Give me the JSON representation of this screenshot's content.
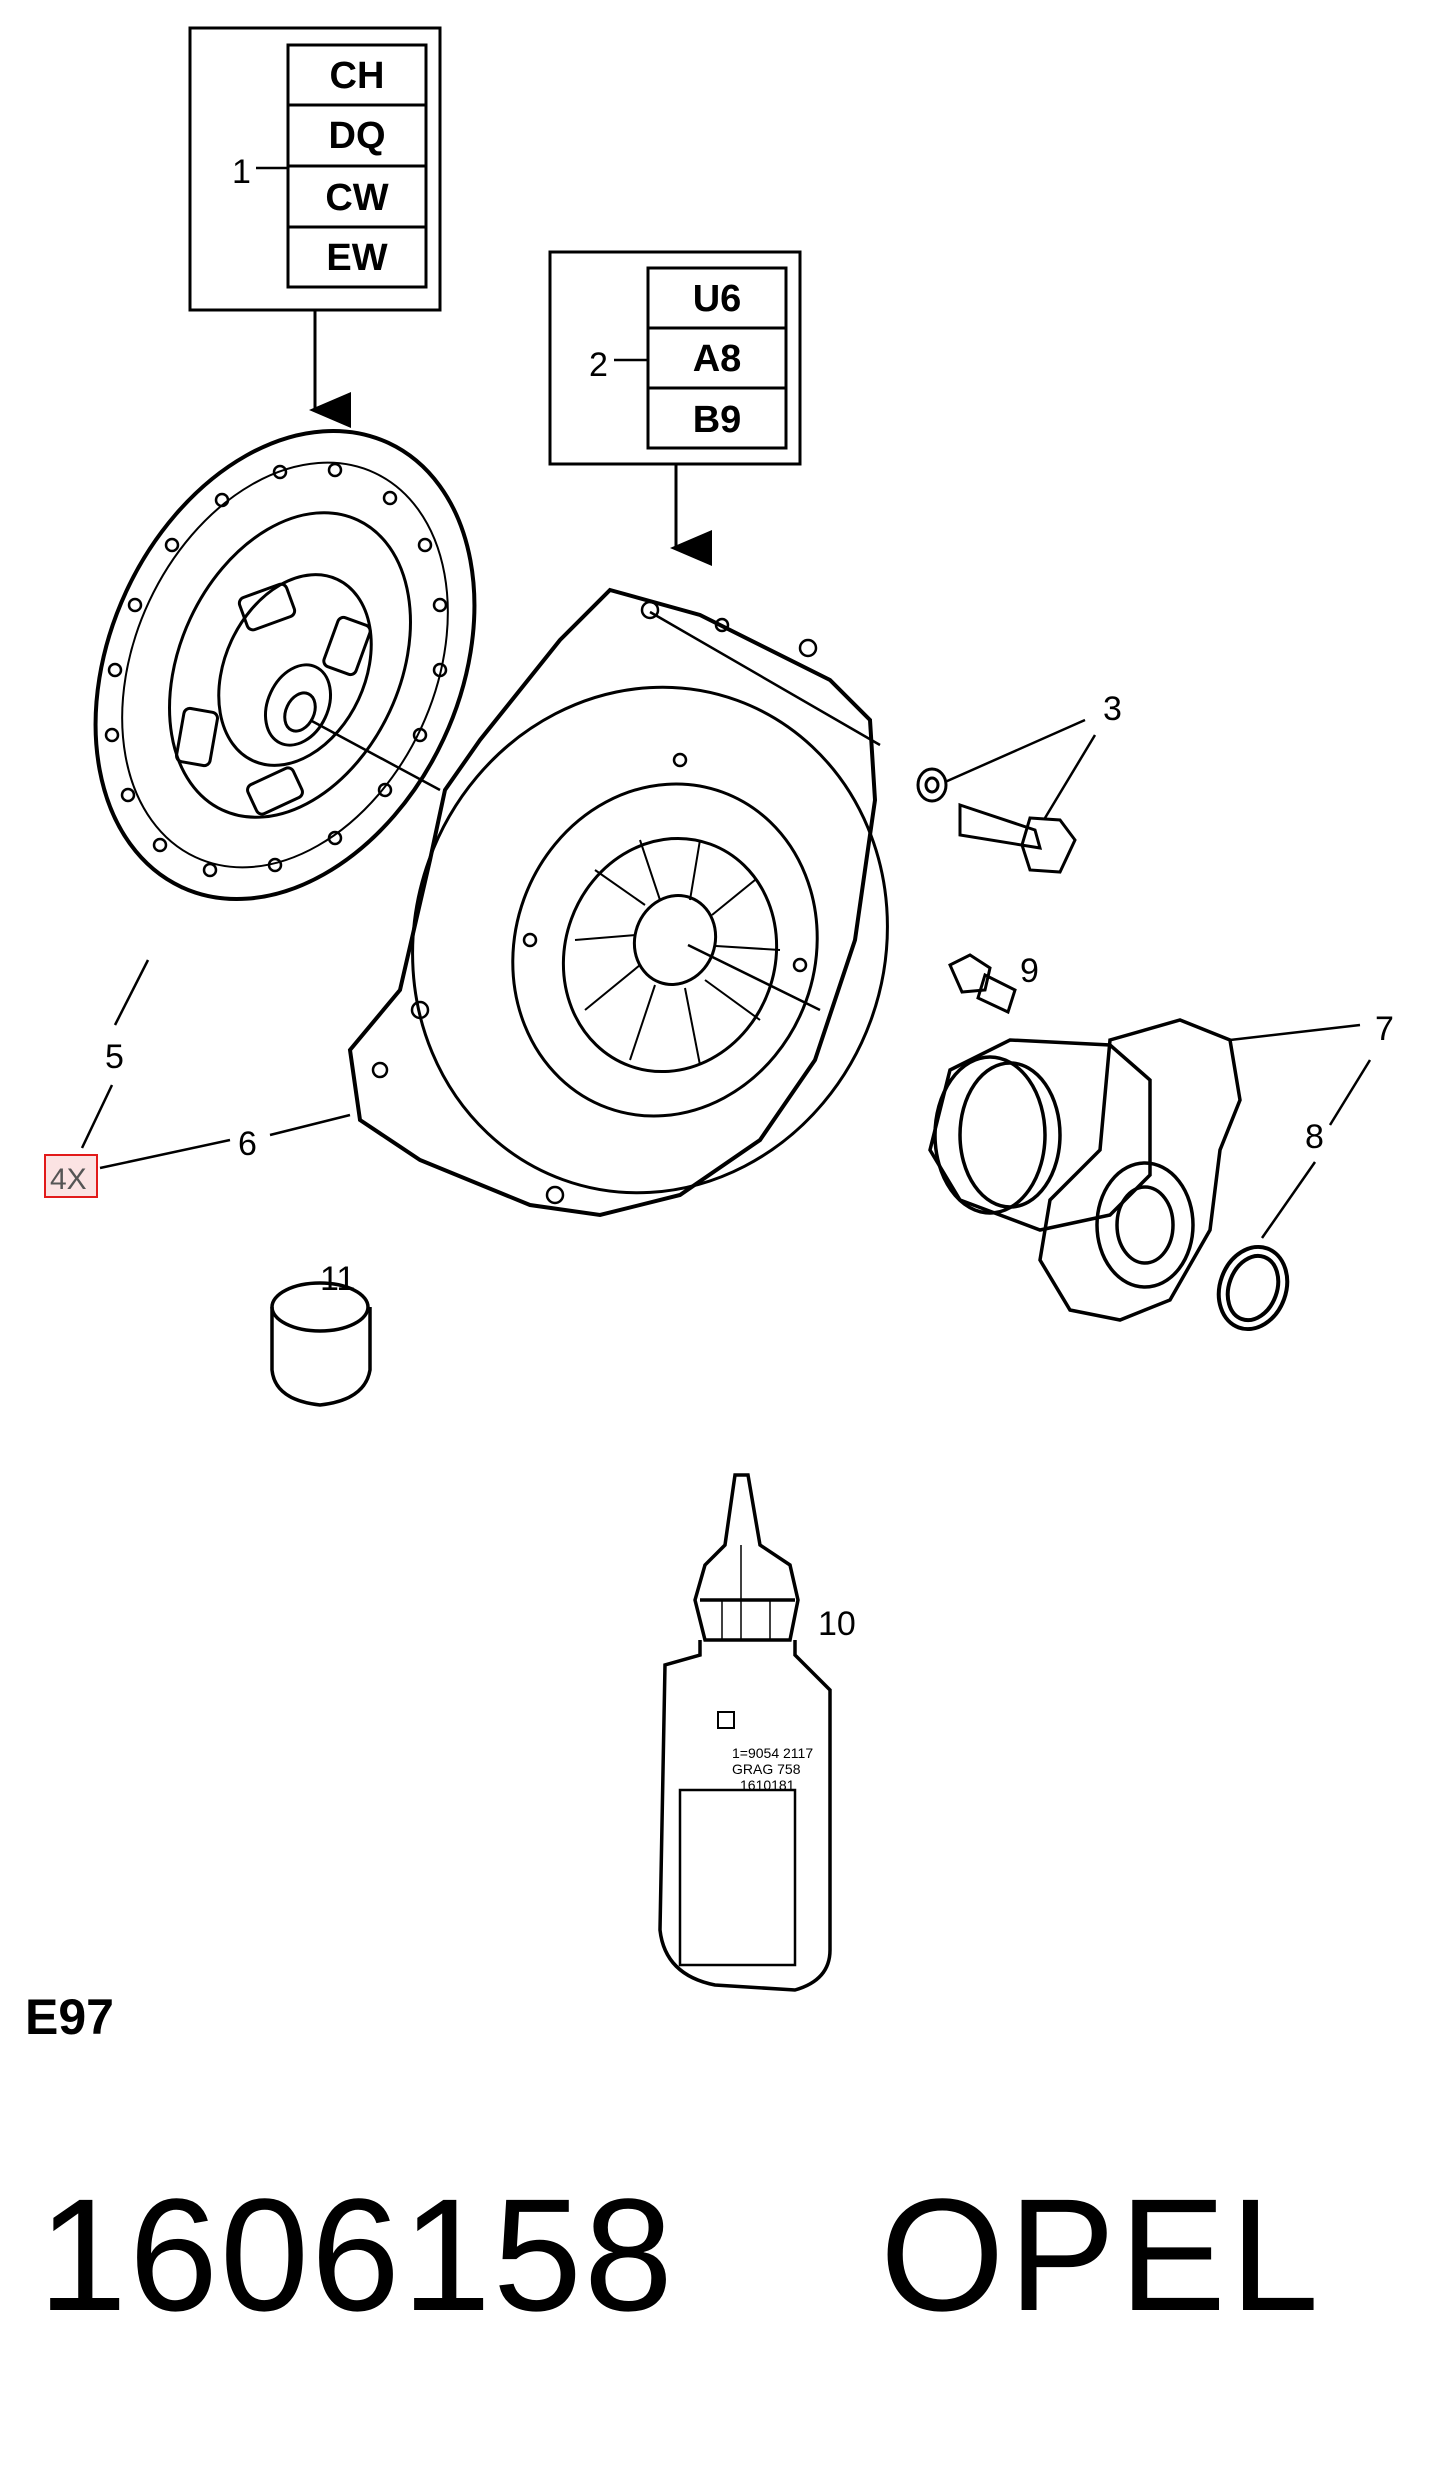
{
  "variant_box_1": {
    "callout": "1",
    "codes": [
      "CH",
      "DQ",
      "CW",
      "EW"
    ]
  },
  "variant_box_2": {
    "callout": "2",
    "codes": [
      "U6",
      "A8",
      "B9"
    ]
  },
  "callouts": {
    "bolt": "3",
    "clutch_disc": "5",
    "pressure_plate": "6",
    "release_bearing": "7",
    "o_ring": "8",
    "screw": "9",
    "grease_tube": "10",
    "bushing": "11"
  },
  "quantity_tag": "4X",
  "tube_label": [
    "1=9054 2117",
    "GRAG 758",
    "1610181"
  ],
  "page_code": "E97",
  "footer": {
    "part_number": "1606158",
    "brand": "OPEL"
  },
  "colors": {
    "highlight": "#e21a1a",
    "line": "#000000"
  },
  "icons": {
    "arrow": "down-arrow-icon"
  }
}
